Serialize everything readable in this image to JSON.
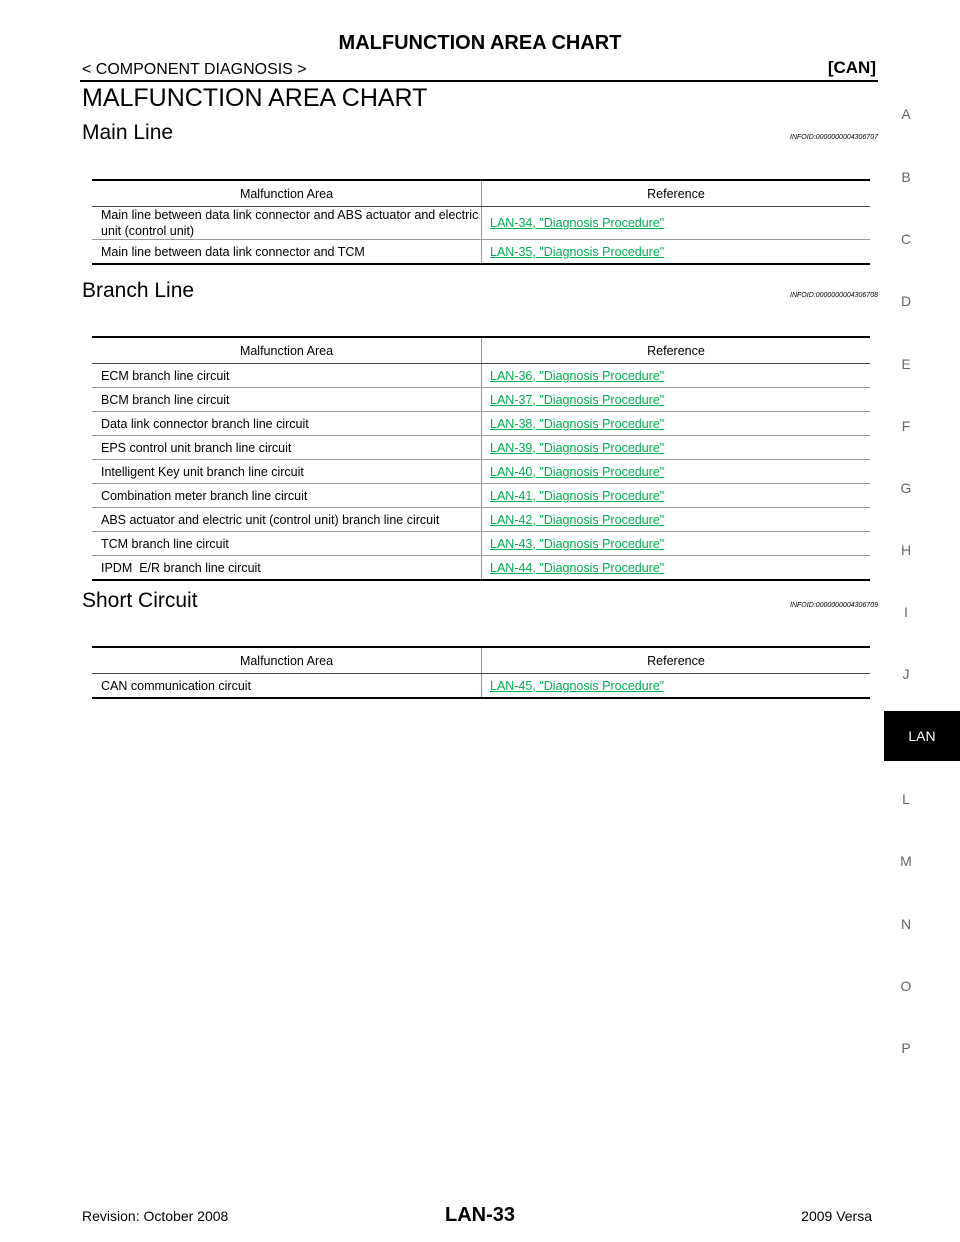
{
  "header": {
    "title": "MALFUNCTION AREA CHART",
    "section": "< COMPONENT DIAGNOSIS >",
    "system": "[CAN]"
  },
  "page_title": "MALFUNCTION AREA CHART",
  "main_line": {
    "title": "Main Line",
    "infoid": "INFOID:0000000004306707",
    "col1": "Malfunction Area",
    "col2": "Reference",
    "rows": [
      {
        "area": "Main line between data link connector and ABS actuator and electric unit (control unit)",
        "ref": "LAN-34, \"Diagnosis Procedure\""
      },
      {
        "area": "Main line between data link connector and TCM",
        "ref": "LAN-35, \"Diagnosis Procedure\""
      }
    ]
  },
  "branch_line": {
    "title": "Branch Line",
    "infoid": "INFOID:0000000004306708",
    "col1": "Malfunction Area",
    "col2": "Reference",
    "rows": [
      {
        "area": "ECM branch line circuit",
        "ref": "LAN-36, \"Diagnosis Procedure\""
      },
      {
        "area": "BCM branch line circuit",
        "ref": "LAN-37, \"Diagnosis Procedure\""
      },
      {
        "area": "Data link connector branch line circuit",
        "ref": "LAN-38, \"Diagnosis Procedure\""
      },
      {
        "area": "EPS control unit branch line circuit",
        "ref": "LAN-39, \"Diagnosis Procedure\""
      },
      {
        "area": "Intelligent Key unit branch line circuit",
        "ref": "LAN-40, \"Diagnosis Procedure\""
      },
      {
        "area": "Combination meter branch line circuit",
        "ref": "LAN-41, \"Diagnosis Procedure\""
      },
      {
        "area": "ABS actuator and electric unit (control unit) branch line circuit",
        "ref": "LAN-42, \"Diagnosis Procedure\""
      },
      {
        "area": "TCM branch line circuit",
        "ref": "LAN-43, \"Diagnosis Procedure\""
      },
      {
        "area": "IPDM  E/R branch line circuit",
        "ref": "LAN-44, \"Diagnosis Procedure\""
      }
    ]
  },
  "short_circuit": {
    "title": "Short Circuit",
    "infoid": "INFOID:0000000004306709",
    "col1": "Malfunction Area",
    "col2": "Reference",
    "rows": [
      {
        "area": "CAN communication circuit",
        "ref": "LAN-45, \"Diagnosis Procedure\""
      }
    ]
  },
  "index": [
    "A",
    "B",
    "C",
    "D",
    "E",
    "F",
    "G",
    "H",
    "I",
    "J",
    "LAN",
    "L",
    "M",
    "N",
    "O",
    "P"
  ],
  "active_index": "LAN",
  "footer": {
    "revision": "Revision: October 2008",
    "page": "LAN-33",
    "model": "2009 Versa"
  },
  "colors": {
    "link": "#00b050",
    "tab_bg": "#000000"
  }
}
